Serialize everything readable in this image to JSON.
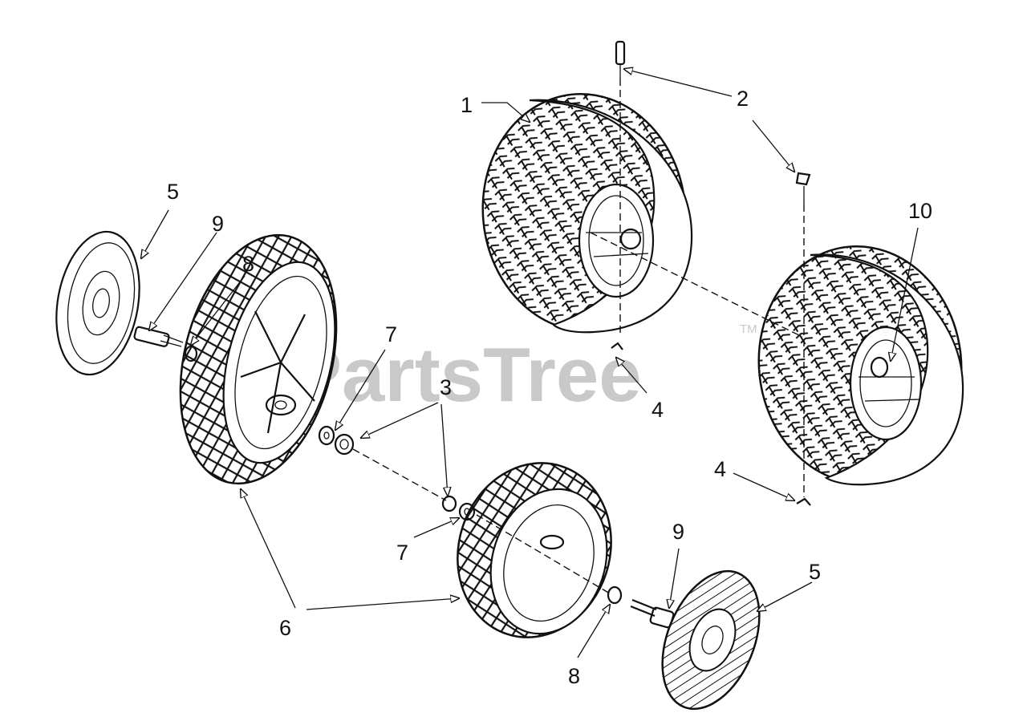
{
  "watermark": {
    "text": "PartsTree",
    "trademark": "TM"
  },
  "callouts": {
    "c1": "1",
    "c2": "2",
    "c3": "3",
    "c4a": "4",
    "c4b": "4",
    "c5a": "5",
    "c5b": "5",
    "c6": "6",
    "c7a": "7",
    "c7b": "7",
    "c8a": "8",
    "c8b": "8",
    "c9a": "9",
    "c9b": "9",
    "c10": "10"
  }
}
